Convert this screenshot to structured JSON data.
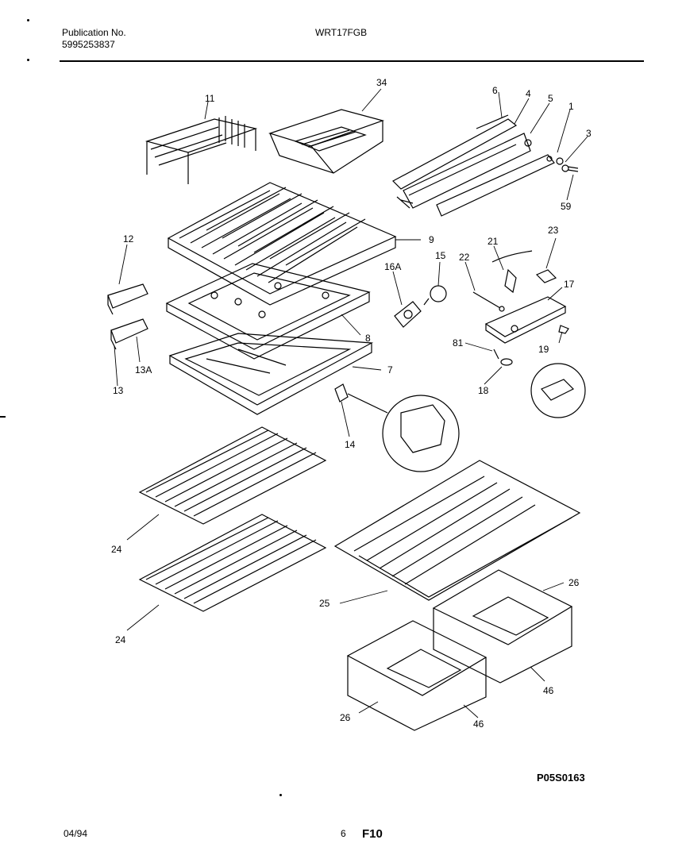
{
  "header": {
    "publication_label": "Publication No.",
    "publication_number": "5995253837",
    "model": "WRT17FGB"
  },
  "callouts": [
    "11",
    "34",
    "6",
    "4",
    "5",
    "1",
    "3",
    "59",
    "12",
    "9",
    "16A",
    "15",
    "22",
    "21",
    "23",
    "17",
    "8",
    "81",
    "19",
    "13A",
    "13",
    "7",
    "18",
    "14",
    "24",
    "24",
    "25",
    "26",
    "46",
    "46",
    "26"
  ],
  "diagram_code": "P05S0163",
  "footer": {
    "date": "04/94",
    "page": "6",
    "figure": "F10"
  }
}
